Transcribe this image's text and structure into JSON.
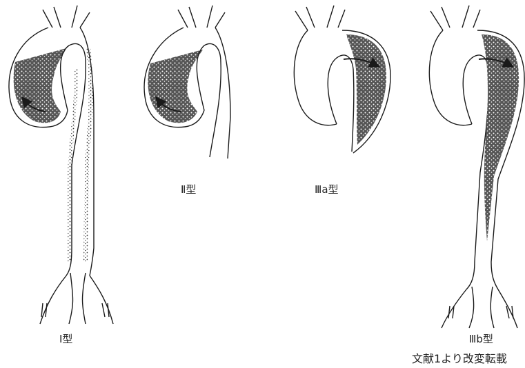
{
  "colors": {
    "ink": "#1a1a1a",
    "shade": "#2b2b2b",
    "background": "#ffffff"
  },
  "diagram": {
    "labels": {
      "type_1": "Ⅰ型",
      "type_2": "Ⅱ型",
      "type_3a": "Ⅲa型",
      "type_3b": "Ⅲb型"
    },
    "source_note": "文献1より改変転載"
  }
}
